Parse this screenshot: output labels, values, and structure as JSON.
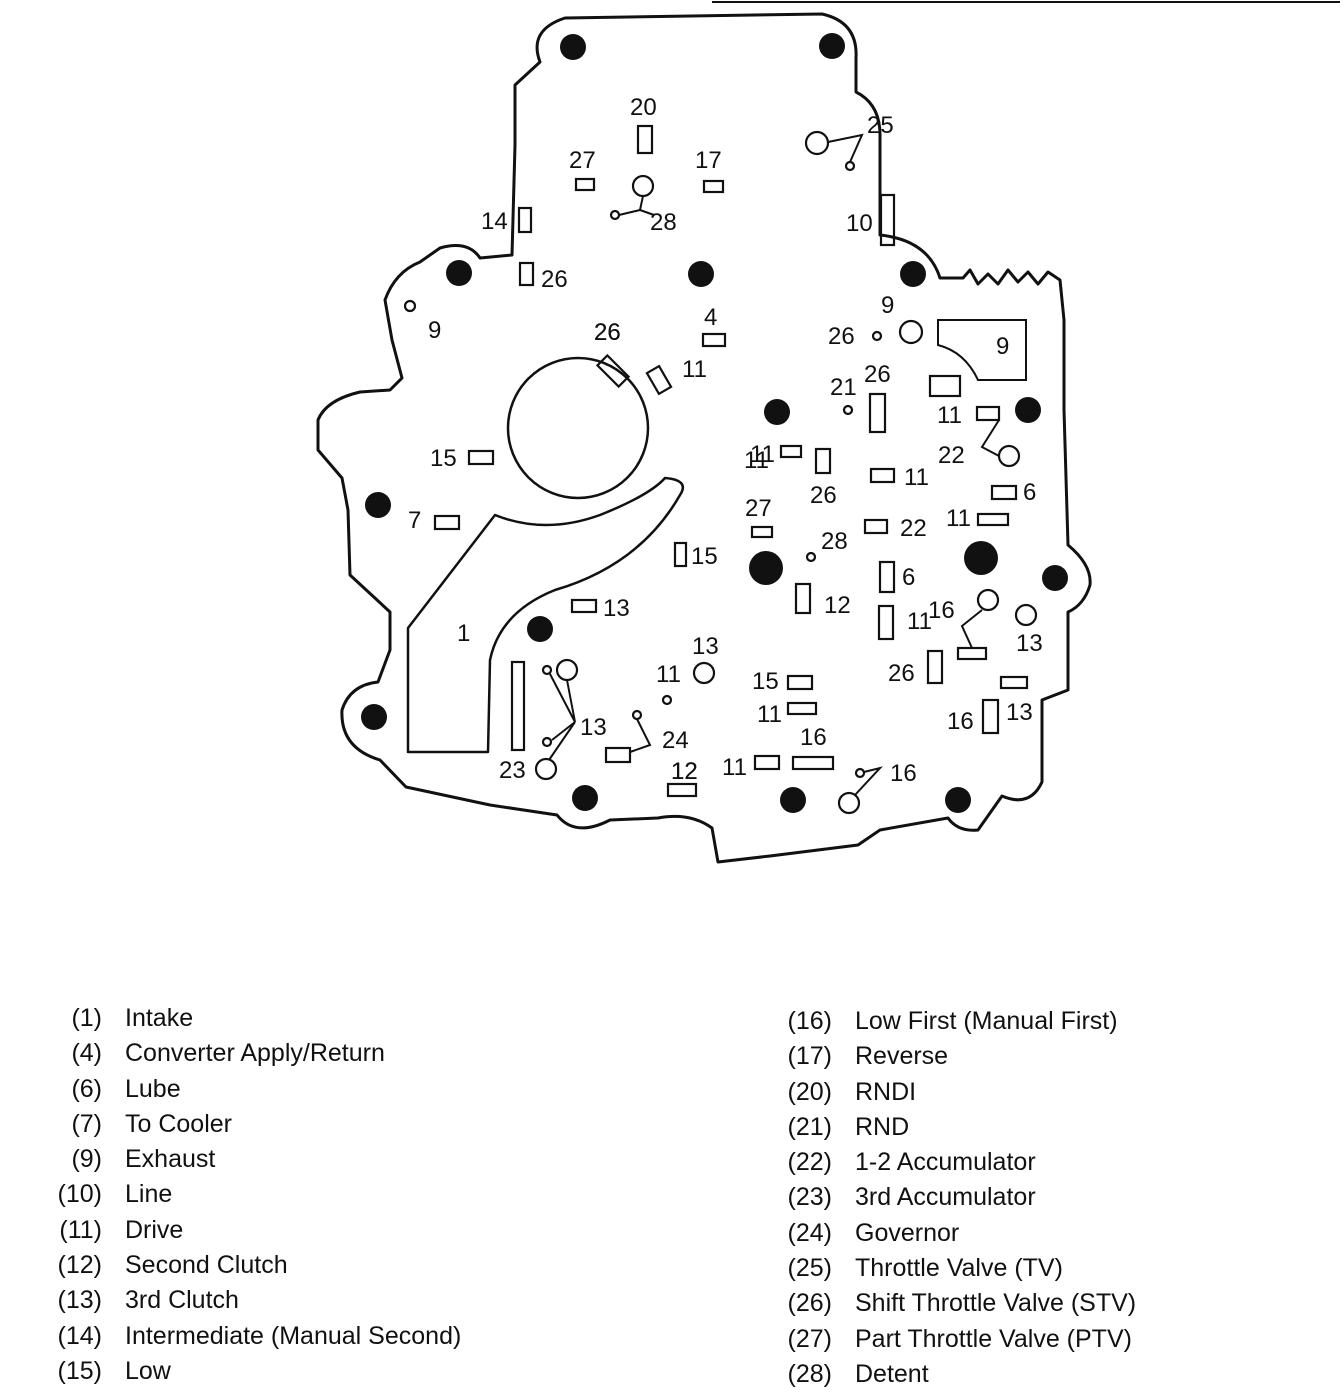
{
  "diagram": {
    "labels": [
      "1",
      "4",
      "6",
      "6",
      "7",
      "9",
      "9",
      "9",
      "10",
      "11",
      "11",
      "11",
      "11",
      "11",
      "11",
      "11",
      "11",
      "11",
      "11",
      "12",
      "12",
      "12",
      "13",
      "13",
      "13",
      "13",
      "13",
      "14",
      "15",
      "15",
      "15",
      "16",
      "16",
      "16",
      "16",
      "17",
      "20",
      "21",
      "22",
      "22",
      "23",
      "24",
      "25",
      "26",
      "26",
      "26",
      "26",
      "26",
      "26",
      "26",
      "27",
      "27",
      "28",
      "28"
    ]
  },
  "legend": {
    "left": [
      {
        "num": "(1)",
        "text": "Intake"
      },
      {
        "num": "(4)",
        "text": "Converter Apply/Return"
      },
      {
        "num": "(6)",
        "text": "Lube"
      },
      {
        "num": "(7)",
        "text": "To Cooler"
      },
      {
        "num": "(9)",
        "text": "Exhaust"
      },
      {
        "num": "(10)",
        "text": "Line"
      },
      {
        "num": "(11)",
        "text": "Drive"
      },
      {
        "num": "(12)",
        "text": "Second Clutch"
      },
      {
        "num": "(13)",
        "text": "3rd Clutch"
      },
      {
        "num": "(14)",
        "text": "Intermediate (Manual Second)"
      },
      {
        "num": "(15)",
        "text": "Low"
      }
    ],
    "right": [
      {
        "num": "(16)",
        "text": "Low First (Manual First)"
      },
      {
        "num": "(17)",
        "text": "Reverse"
      },
      {
        "num": "(20)",
        "text": "RNDI"
      },
      {
        "num": "(21)",
        "text": "RND"
      },
      {
        "num": "(22)",
        "text": "1-2 Accumulator"
      },
      {
        "num": "(23)",
        "text": "3rd Accumulator"
      },
      {
        "num": "(24)",
        "text": "Governor"
      },
      {
        "num": "(25)",
        "text": "Throttle Valve (TV)"
      },
      {
        "num": "(26)",
        "text": "Shift Throttle Valve (STV)"
      },
      {
        "num": "(27)",
        "text": "Part Throttle Valve (PTV)"
      },
      {
        "num": "(28)",
        "text": "Detent"
      }
    ]
  }
}
